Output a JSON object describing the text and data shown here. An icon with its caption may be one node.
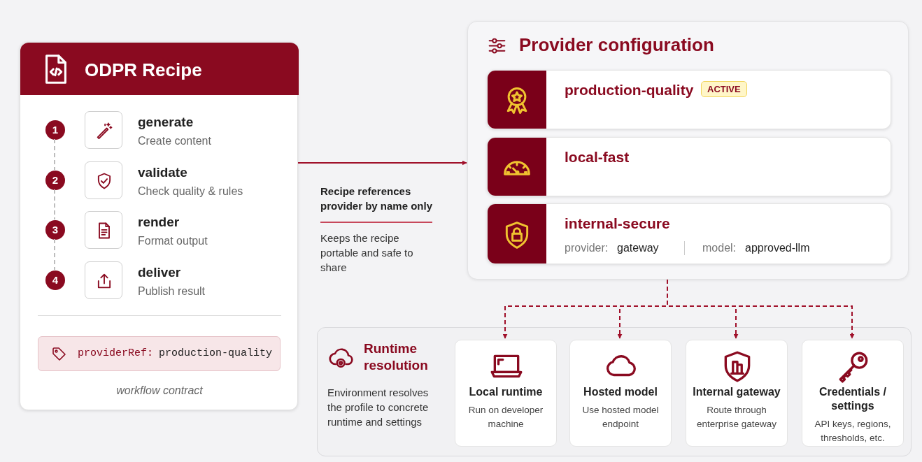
{
  "diagram": {
    "nodes": [
      {
        "text": [
          "ODPR Recipe",
          "workflow contract"
        ]
      },
      {
        "text": [
          "1"
        ],
        "in": 0
      },
      {
        "text": [
          "generate",
          "Create content"
        ],
        "in": 0
      },
      {
        "text": [
          "2"
        ],
        "in": 0
      },
      {
        "text": [
          "validate",
          "Check quality & rules"
        ],
        "in": 0
      },
      {
        "text": [
          "3"
        ],
        "in": 0
      },
      {
        "text": [
          "render",
          "Format output"
        ],
        "in": 0
      },
      {
        "text": [
          "4"
        ],
        "in": 0
      },
      {
        "text": [
          "deliver",
          "Publish result"
        ],
        "in": 0
      },
      {
        "text": [
          "providerRef:",
          "production-quality"
        ],
        "in": 0
      },
      {
        "text": [
          "Provider configuration"
        ]
      },
      {
        "text": [
          "production-quality",
          "ACTIVE"
        ],
        "in": 10
      },
      {
        "text": [
          "local-fast"
        ],
        "in": 10
      },
      {
        "text": [
          "internal-secure",
          "provider:",
          "gateway",
          "model:",
          "approved-llm"
        ],
        "in": 10
      },
      {
        "text": [
          "Runtime resolution",
          "Environment resolves the profile to concrete runtime and settings"
        ]
      },
      {
        "text": [
          "Local runtime",
          "Run on developer machine"
        ],
        "in": 14
      },
      {
        "text": [
          "Hosted model",
          "Use hosted model endpoint"
        ],
        "in": 14
      },
      {
        "text": [
          "Internal gateway",
          "Route through enterprise gateway"
        ],
        "in": 14
      },
      {
        "text": [
          "Credentials / settings",
          "API keys, regions, thresholds, etc."
        ],
        "in": 14
      }
    ],
    "edges": [
      {
        "from": 0,
        "to": 10,
        "arrow": "to"
      },
      {
        "from": 1,
        "to": 3,
        "arrow": "none",
        "style": "dashed",
        "color": "#bdbdbd"
      },
      {
        "from": 3,
        "to": 5,
        "arrow": "none",
        "style": "dashed",
        "color": "#bdbdbd"
      },
      {
        "from": 5,
        "to": 7,
        "arrow": "none",
        "style": "dashed",
        "color": "#bdbdbd"
      },
      {
        "from": 10,
        "to": 15,
        "arrow": "to",
        "style": "dashed"
      },
      {
        "from": 10,
        "to": 16,
        "arrow": "to",
        "style": "dashed"
      },
      {
        "from": 10,
        "to": 17,
        "arrow": "to",
        "style": "dashed"
      },
      {
        "from": 10,
        "to": 18,
        "arrow": "to",
        "style": "dashed"
      }
    ],
    "labels": [
      "Recipe references provider by name only",
      "Keeps the recipe portable and safe to share"
    ]
  }
}
